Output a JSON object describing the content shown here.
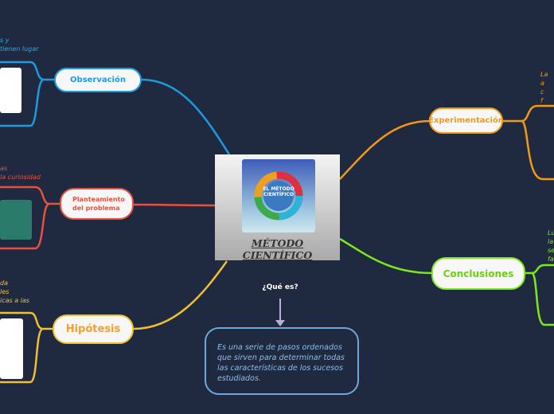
{
  "central": {
    "title": "MÉTODO CIENTÍFICO",
    "image_label": "EL MÉTODO CIENTÍFICO"
  },
  "question": {
    "label": "¿Qué es?",
    "answer": "Es una serie de pasos ordenados que sirven para determinar todas las características de los sucesos estudiados."
  },
  "branches": {
    "observacion": {
      "label": "Observación",
      "note": "s y\ntienen lugar",
      "color": "#1e9be0"
    },
    "planteamiento": {
      "label": "Planteamiento\ndel problema",
      "note": "as\nla curiosidad",
      "color": "#e8503f"
    },
    "hipotesis": {
      "label": "Hipótesis",
      "note": "da\nles\nicas a las",
      "color": "#f0c030"
    },
    "experimentacion": {
      "label": "Experimentación",
      "note": "La\na\nc\nf",
      "color": "#f59a10"
    },
    "conclusiones": {
      "label": "Conclusiones",
      "note": "Lu\nla\nse\nfa",
      "color": "#7ee81a"
    }
  }
}
